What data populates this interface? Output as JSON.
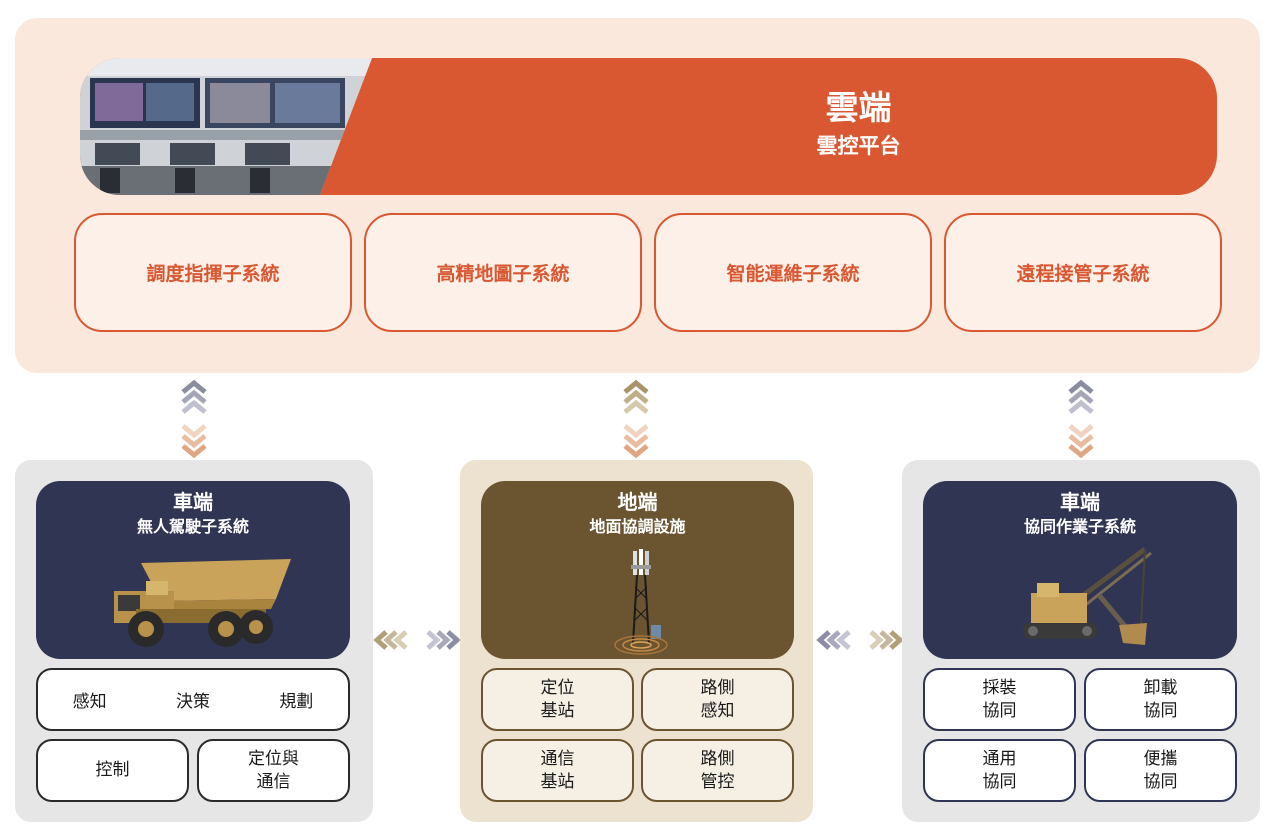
{
  "cloud": {
    "title": "雲端",
    "subtitle": "雲控平台",
    "subsystems": [
      "調度指揮子系統",
      "高精地圖子系統",
      "智能運維子系統",
      "遠程接管子系統"
    ]
  },
  "vehicle_left": {
    "title": "車端",
    "subtitle": "無人駕駛子系統",
    "functions_row": [
      "感知",
      "決策",
      "規劃"
    ],
    "control": "控制",
    "positioning": "定位與\n通信"
  },
  "ground": {
    "title": "地端",
    "subtitle": "地面協調設施",
    "items": [
      "定位\n基站",
      "路側\n感知",
      "通信\n基站",
      "路側\n管控"
    ]
  },
  "vehicle_right": {
    "title": "車端",
    "subtitle": "協同作業子系統",
    "items": [
      "採裝\n協同",
      "卸載\n協同",
      "通用\n協同",
      "便攜\n協同"
    ]
  },
  "colors": {
    "accent": "#d95832",
    "cloud_bg": "#fbe8dc",
    "navy": "#2f3552",
    "olive": "#6b5530",
    "tan_bg": "#ede2cf",
    "gray_bg": "#e6e6e6"
  }
}
